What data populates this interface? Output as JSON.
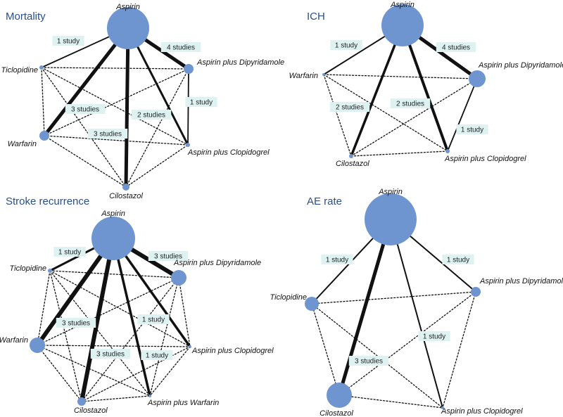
{
  "colors": {
    "node_fill": "#6f95d1",
    "title": "#2a4f8a",
    "label_bg": "#dff2f2",
    "edge": "#111111"
  },
  "networks": [
    {
      "title": "Mortality",
      "nodes": [
        {
          "id": "aspirin",
          "label": "Aspirin"
        },
        {
          "id": "apd",
          "label": "Aspirin plus Dipyridamole"
        },
        {
          "id": "apc",
          "label": "Aspirin plus Clopidogrel"
        },
        {
          "id": "cil",
          "label": "Cilostazol"
        },
        {
          "id": "war",
          "label": "Warfarin"
        },
        {
          "id": "tic",
          "label": "Ticlopidine"
        }
      ],
      "edges": [
        {
          "from": "aspirin",
          "to": "tic",
          "type": "direct",
          "label": "1 study"
        },
        {
          "from": "aspirin",
          "to": "apd",
          "type": "direct",
          "label": "4 studies"
        },
        {
          "from": "aspirin",
          "to": "war",
          "type": "direct",
          "label": ""
        },
        {
          "from": "aspirin",
          "to": "cil",
          "type": "direct",
          "label": ""
        },
        {
          "from": "aspirin",
          "to": "apc",
          "type": "direct",
          "label": ""
        },
        {
          "from": "apd",
          "to": "apc",
          "type": "direct",
          "label": "1 study"
        },
        {
          "from": "tic",
          "to": "apd",
          "type": "indirect",
          "label": ""
        },
        {
          "from": "tic",
          "to": "war",
          "type": "indirect",
          "label": ""
        },
        {
          "from": "tic",
          "to": "cil",
          "type": "indirect",
          "label": ""
        },
        {
          "from": "tic",
          "to": "apc",
          "type": "indirect",
          "label": ""
        },
        {
          "from": "war",
          "to": "apd",
          "type": "indirect",
          "label": "3 studies"
        },
        {
          "from": "war",
          "to": "apc",
          "type": "indirect",
          "label": "3 studies"
        },
        {
          "from": "war",
          "to": "cil",
          "type": "indirect",
          "label": ""
        },
        {
          "from": "apd",
          "to": "cil",
          "type": "indirect",
          "label": "2 studies"
        },
        {
          "from": "cil",
          "to": "apc",
          "type": "indirect",
          "label": ""
        }
      ]
    },
    {
      "title": "ICH",
      "nodes": [
        {
          "id": "aspirin",
          "label": "Aspirin"
        },
        {
          "id": "apd",
          "label": "Aspirin plus Dipyridamole"
        },
        {
          "id": "apc",
          "label": "Aspirin plus Clopidogrel"
        },
        {
          "id": "cil",
          "label": "Cilostazol"
        },
        {
          "id": "war",
          "label": "Warfarin"
        }
      ],
      "edges": [
        {
          "from": "aspirin",
          "to": "war",
          "type": "direct",
          "label": "1 study"
        },
        {
          "from": "aspirin",
          "to": "apd",
          "type": "direct",
          "label": "4 studies"
        },
        {
          "from": "aspirin",
          "to": "cil",
          "type": "direct",
          "label": ""
        },
        {
          "from": "aspirin",
          "to": "apc",
          "type": "direct",
          "label": ""
        },
        {
          "from": "apd",
          "to": "apc",
          "type": "direct",
          "label": "1 study"
        },
        {
          "from": "war",
          "to": "apd",
          "type": "indirect",
          "label": ""
        },
        {
          "from": "war",
          "to": "cil",
          "type": "indirect",
          "label": "2 studies"
        },
        {
          "from": "war",
          "to": "apc",
          "type": "indirect",
          "label": ""
        },
        {
          "from": "cil",
          "to": "apd",
          "type": "indirect",
          "label": "2 studies"
        },
        {
          "from": "cil",
          "to": "apc",
          "type": "indirect",
          "label": ""
        }
      ]
    },
    {
      "title": "Stroke recurrence",
      "nodes": [
        {
          "id": "aspirin",
          "label": "Aspirin"
        },
        {
          "id": "apd",
          "label": "Aspirin plus Dipyridamole"
        },
        {
          "id": "apc",
          "label": "Aspirin plus Clopidogrel"
        },
        {
          "id": "apw",
          "label": "Aspirin plus Warfarin"
        },
        {
          "id": "cil",
          "label": "Cilostazol"
        },
        {
          "id": "war",
          "label": "Warfarin"
        },
        {
          "id": "tic",
          "label": "Ticlopidine"
        }
      ],
      "edges": [
        {
          "from": "aspirin",
          "to": "tic",
          "type": "direct",
          "label": "1 study"
        },
        {
          "from": "aspirin",
          "to": "apd",
          "type": "direct",
          "label": "3 studies"
        },
        {
          "from": "aspirin",
          "to": "war",
          "type": "direct",
          "label": "3 studies"
        },
        {
          "from": "aspirin",
          "to": "cil",
          "type": "direct",
          "label": "3 studies"
        },
        {
          "from": "aspirin",
          "to": "apc",
          "type": "direct",
          "label": "1 study"
        },
        {
          "from": "aspirin",
          "to": "apw",
          "type": "direct",
          "label": "1 study"
        },
        {
          "from": "tic",
          "to": "apd",
          "type": "indirect",
          "label": ""
        },
        {
          "from": "tic",
          "to": "war",
          "type": "indirect",
          "label": ""
        },
        {
          "from": "tic",
          "to": "cil",
          "type": "indirect",
          "label": ""
        },
        {
          "from": "tic",
          "to": "apc",
          "type": "indirect",
          "label": ""
        },
        {
          "from": "tic",
          "to": "apw",
          "type": "indirect",
          "label": ""
        },
        {
          "from": "war",
          "to": "apd",
          "type": "indirect",
          "label": ""
        },
        {
          "from": "war",
          "to": "apc",
          "type": "indirect",
          "label": ""
        },
        {
          "from": "war",
          "to": "apw",
          "type": "indirect",
          "label": ""
        },
        {
          "from": "war",
          "to": "cil",
          "type": "indirect",
          "label": ""
        },
        {
          "from": "apd",
          "to": "apc",
          "type": "indirect",
          "label": ""
        },
        {
          "from": "apd",
          "to": "cil",
          "type": "indirect",
          "label": ""
        },
        {
          "from": "apd",
          "to": "apw",
          "type": "indirect",
          "label": ""
        },
        {
          "from": "cil",
          "to": "apc",
          "type": "indirect",
          "label": ""
        },
        {
          "from": "cil",
          "to": "apw",
          "type": "indirect",
          "label": ""
        },
        {
          "from": "apc",
          "to": "apw",
          "type": "indirect",
          "label": ""
        }
      ]
    },
    {
      "title": "AE rate",
      "nodes": [
        {
          "id": "aspirin",
          "label": "Aspirin"
        },
        {
          "id": "apd",
          "label": "Aspirin plus Dipyridamole"
        },
        {
          "id": "apc",
          "label": "Aspirin plus Clopidogrel"
        },
        {
          "id": "cil",
          "label": "Cilostazol"
        },
        {
          "id": "tic",
          "label": "Ticlopidine"
        }
      ],
      "edges": [
        {
          "from": "aspirin",
          "to": "tic",
          "type": "direct",
          "label": "1 study"
        },
        {
          "from": "aspirin",
          "to": "apd",
          "type": "direct",
          "label": "1 study"
        },
        {
          "from": "aspirin",
          "to": "cil",
          "type": "direct",
          "label": "3 studies"
        },
        {
          "from": "aspirin",
          "to": "apc",
          "type": "direct",
          "label": "1 study"
        },
        {
          "from": "tic",
          "to": "apd",
          "type": "indirect",
          "label": ""
        },
        {
          "from": "tic",
          "to": "cil",
          "type": "indirect",
          "label": ""
        },
        {
          "from": "tic",
          "to": "apc",
          "type": "indirect",
          "label": ""
        },
        {
          "from": "apd",
          "to": "cil",
          "type": "indirect",
          "label": ""
        },
        {
          "from": "apd",
          "to": "apc",
          "type": "indirect",
          "label": ""
        },
        {
          "from": "cil",
          "to": "apc",
          "type": "indirect",
          "label": ""
        }
      ]
    }
  ]
}
